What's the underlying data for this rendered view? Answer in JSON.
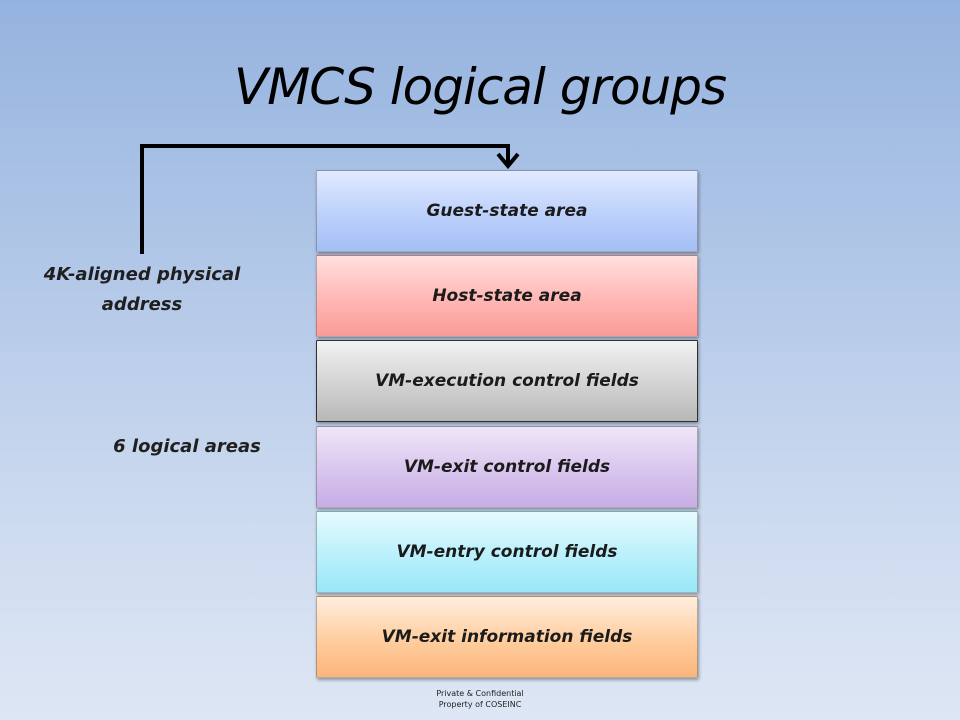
{
  "title": "VMCS logical groups",
  "labels": {
    "address": "4K-aligned physical address",
    "areas": "6 logical areas"
  },
  "blocks": [
    {
      "label": "Guest-state area"
    },
    {
      "label": "Host-state area"
    },
    {
      "label": "VM-execution control fields"
    },
    {
      "label": "VM-exit control fields"
    },
    {
      "label": "VM-entry control fields"
    },
    {
      "label": "VM-exit information fields"
    }
  ],
  "footer": {
    "line1": "Private & Confidential",
    "line2": "Property of COSEINC"
  },
  "colors": {
    "background": "#b4c9e8",
    "guest": "#bcd0fb",
    "host": "#ffb7b4",
    "execution": "#d2d2d2",
    "exit_control": "#d9c5ee",
    "entry_control": "#b9f0fb",
    "exit_information": "#ffcd9e",
    "connector": "#000000"
  },
  "icons": {
    "connector": "pointer-arrow-icon"
  }
}
